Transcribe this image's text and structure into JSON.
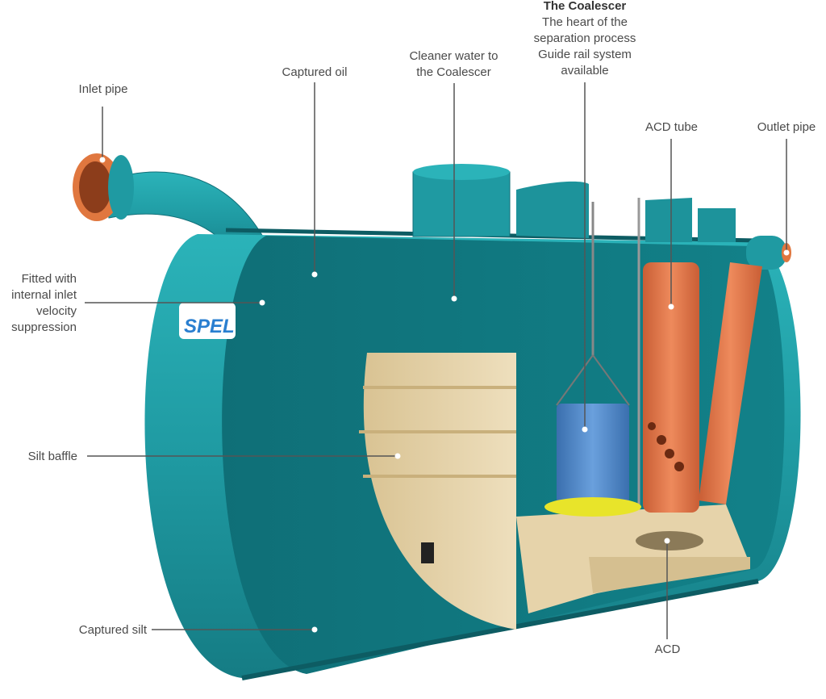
{
  "brand": {
    "logo_text": "SPEL"
  },
  "colors": {
    "tank": "#1f9aa2",
    "tank_dark": "#0f6e76",
    "tank_inner": "#127b83",
    "baffle": "#e6d3aa",
    "acd_tube": "#e07a4e",
    "coalescer": "#4f86c6",
    "leader_line": "#555555",
    "label_text": "#4a4a4a"
  },
  "labels": {
    "inlet_pipe": "Inlet pipe",
    "captured_oil": "Captured oil",
    "cleaner_water": [
      "Cleaner water to",
      "the Coalescer"
    ],
    "coalescer_title": "The Coalescer",
    "coalescer_desc": [
      "The heart of the",
      "separation process",
      "Guide rail system",
      "available"
    ],
    "acd_tube": "ACD tube",
    "outlet_pipe": "Outlet pipe",
    "fitted_with": [
      "Fitted with",
      "internal inlet",
      "velocity",
      "suppression"
    ],
    "silt_baffle": "Silt baffle",
    "captured_silt": "Captured silt",
    "acd": "ACD"
  }
}
